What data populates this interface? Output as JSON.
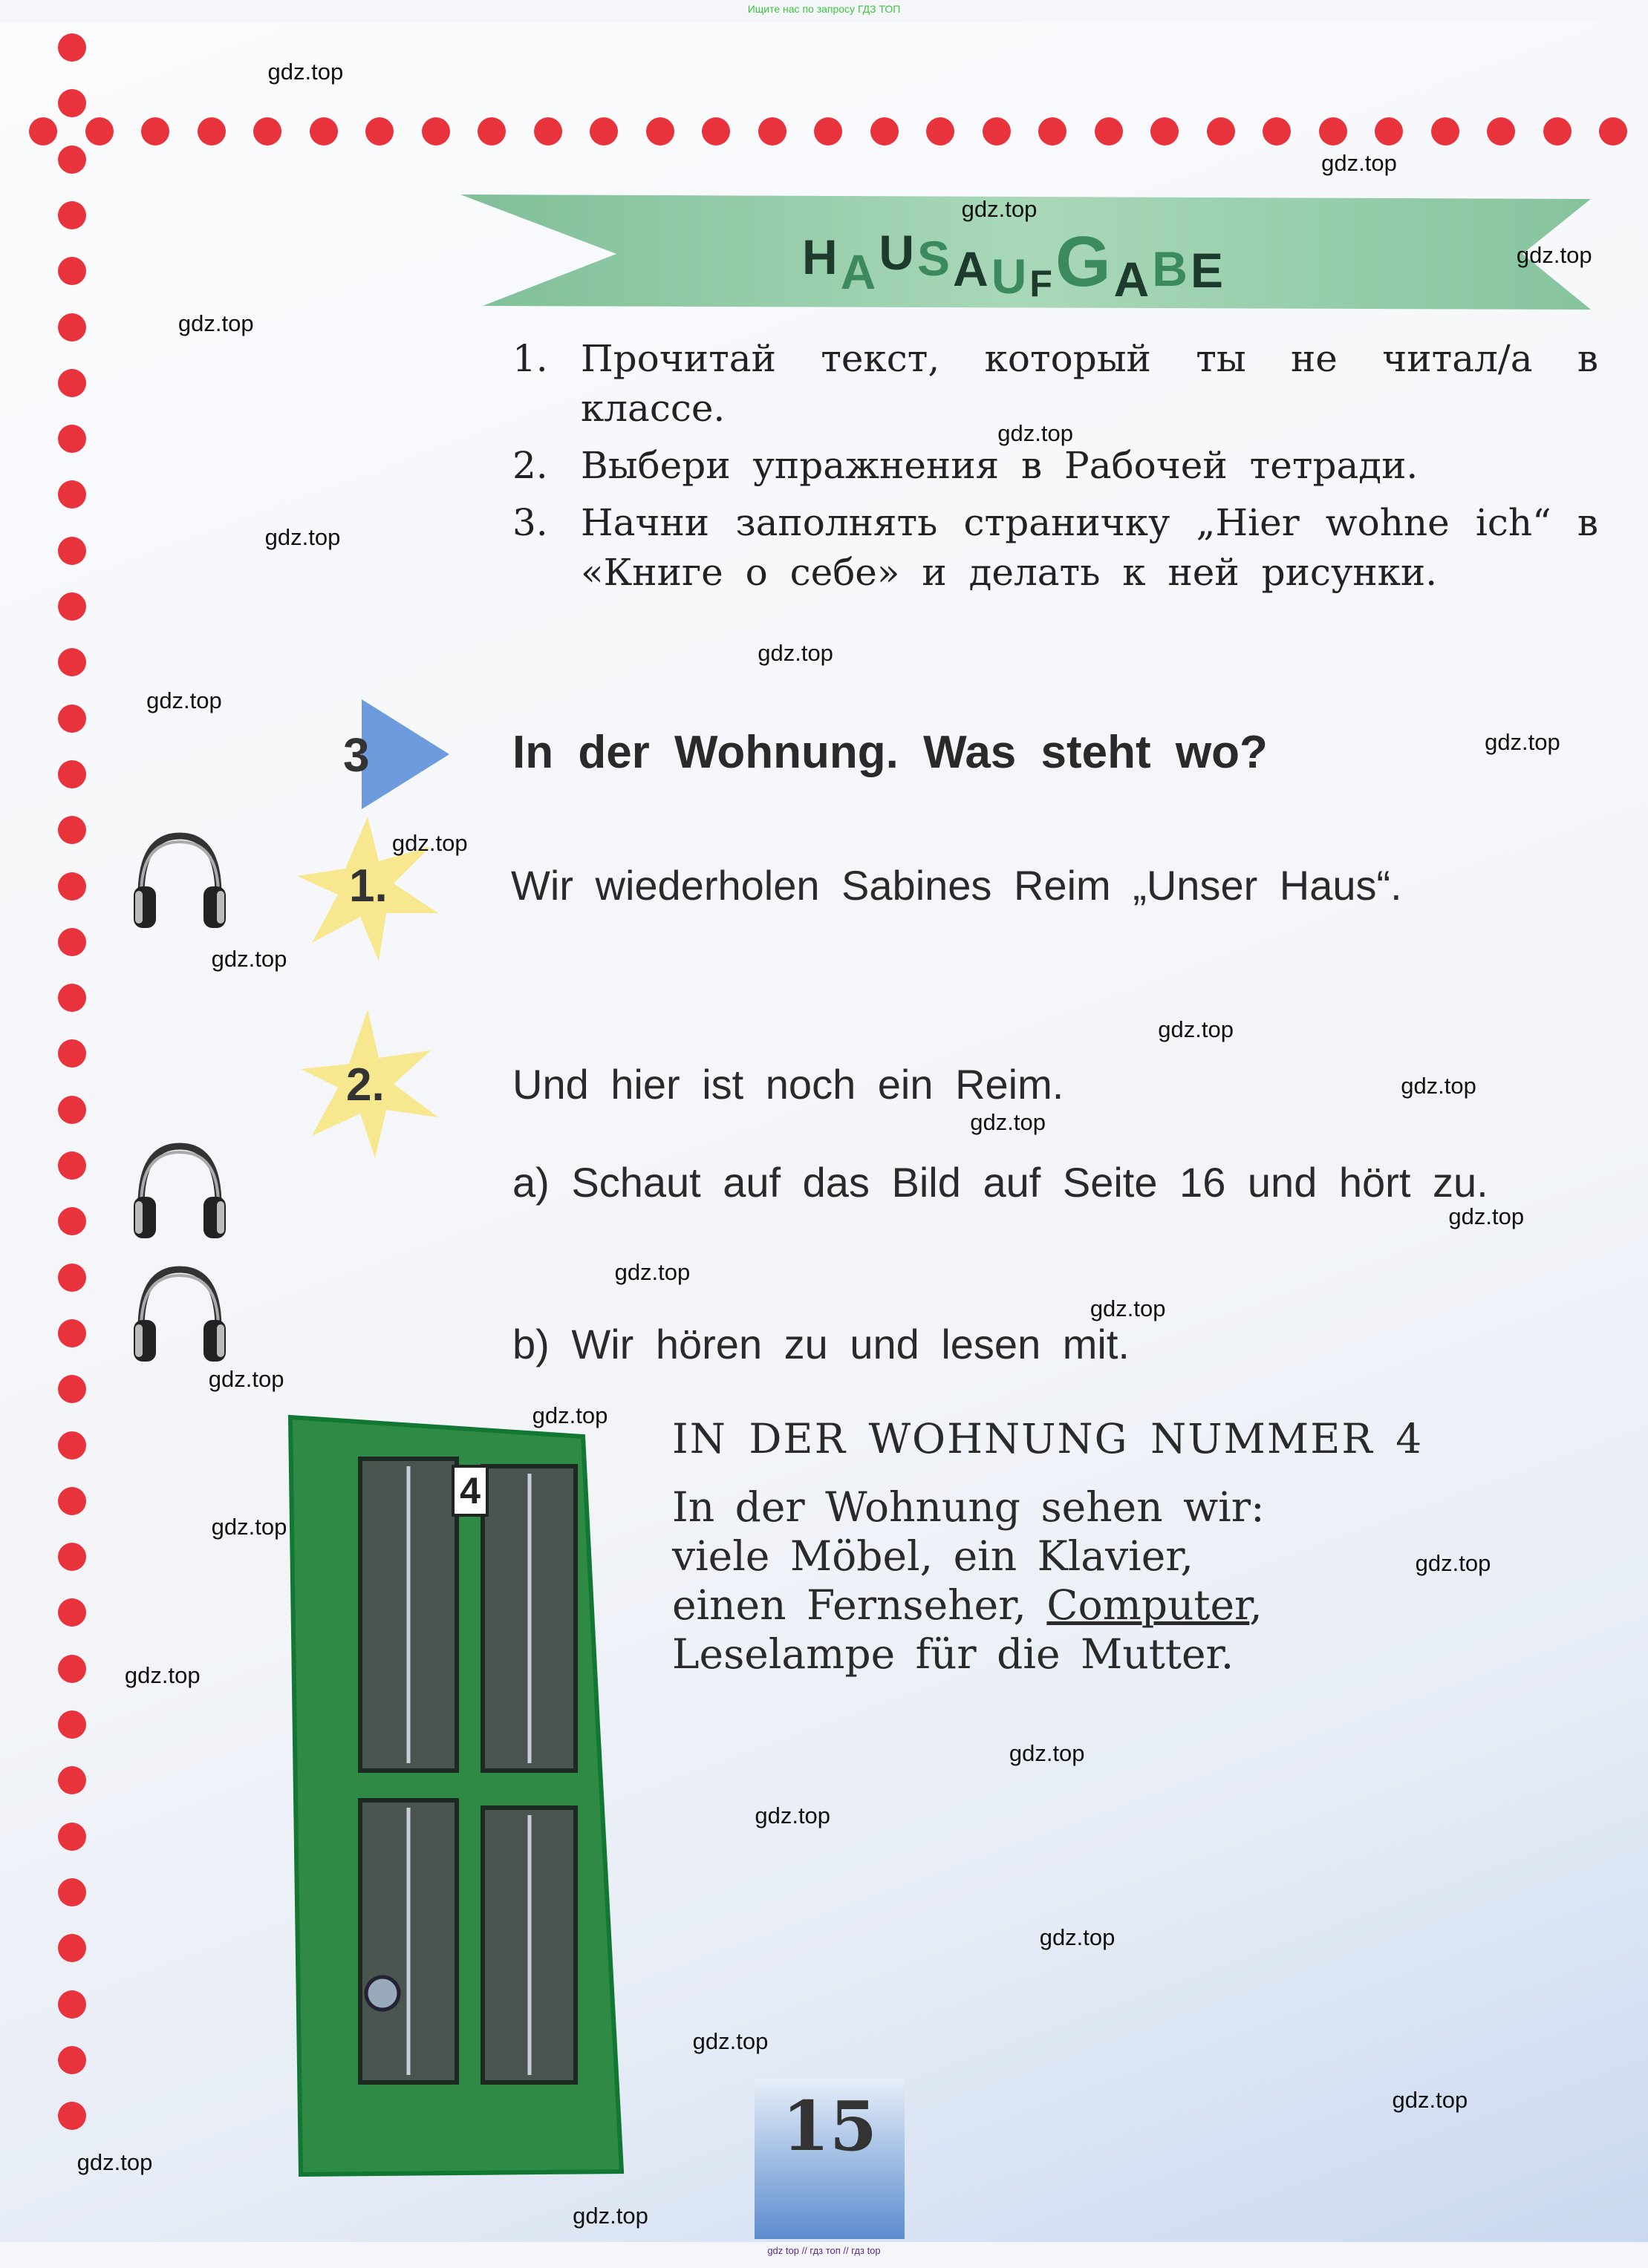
{
  "top_note": "Ищите нас по запросу ГДЗ ТОП",
  "watermark": "gdz.top",
  "homework": {
    "title_letters": [
      "H",
      "A",
      "U",
      "S",
      "A",
      "U",
      "F",
      "G",
      "A",
      "B",
      "E"
    ],
    "items": [
      {
        "num": "1.",
        "text": "Прочитай текст, который ты не читал/а в классе."
      },
      {
        "num": "2.",
        "text": "Выбери упражнения в Рабочей тетради."
      },
      {
        "num": "3.",
        "text": "Начни заполнять страничку „Hier wohne ich“ в «Книге о себе» и делать к ней рисунки."
      }
    ]
  },
  "section": {
    "num": "3",
    "title": "In der Wohnung. Was steht wo?"
  },
  "exercises": [
    {
      "num": "1.",
      "text": "Wir wiederholen Sabines Reim „Unser Haus“."
    },
    {
      "num": "2.",
      "text": "Und hier ist noch ein Reim."
    }
  ],
  "subtasks": {
    "a": "a) Schaut auf das Bild auf Seite 16 und hört zu.",
    "b": "b) Wir hören zu und lesen mit."
  },
  "poem": {
    "title": "IN DER WOHNUNG NUMMER 4",
    "lines": [
      "In der Wohnung sehen wir:",
      "viele Möbel, ein Klavier,",
      "einen Fernseher,",
      "Computer",
      ",",
      "Leselampe für die Mutter."
    ]
  },
  "door_number": "4",
  "page_number": "15",
  "footer": "gdz top  //  гдз топ  //  гдз top",
  "colors": {
    "dots": "#e8323c",
    "ribbon": "#8fc9a4",
    "door": "#2f8a45",
    "triangle": "#6e9bde",
    "splash": "#f7e47a"
  }
}
